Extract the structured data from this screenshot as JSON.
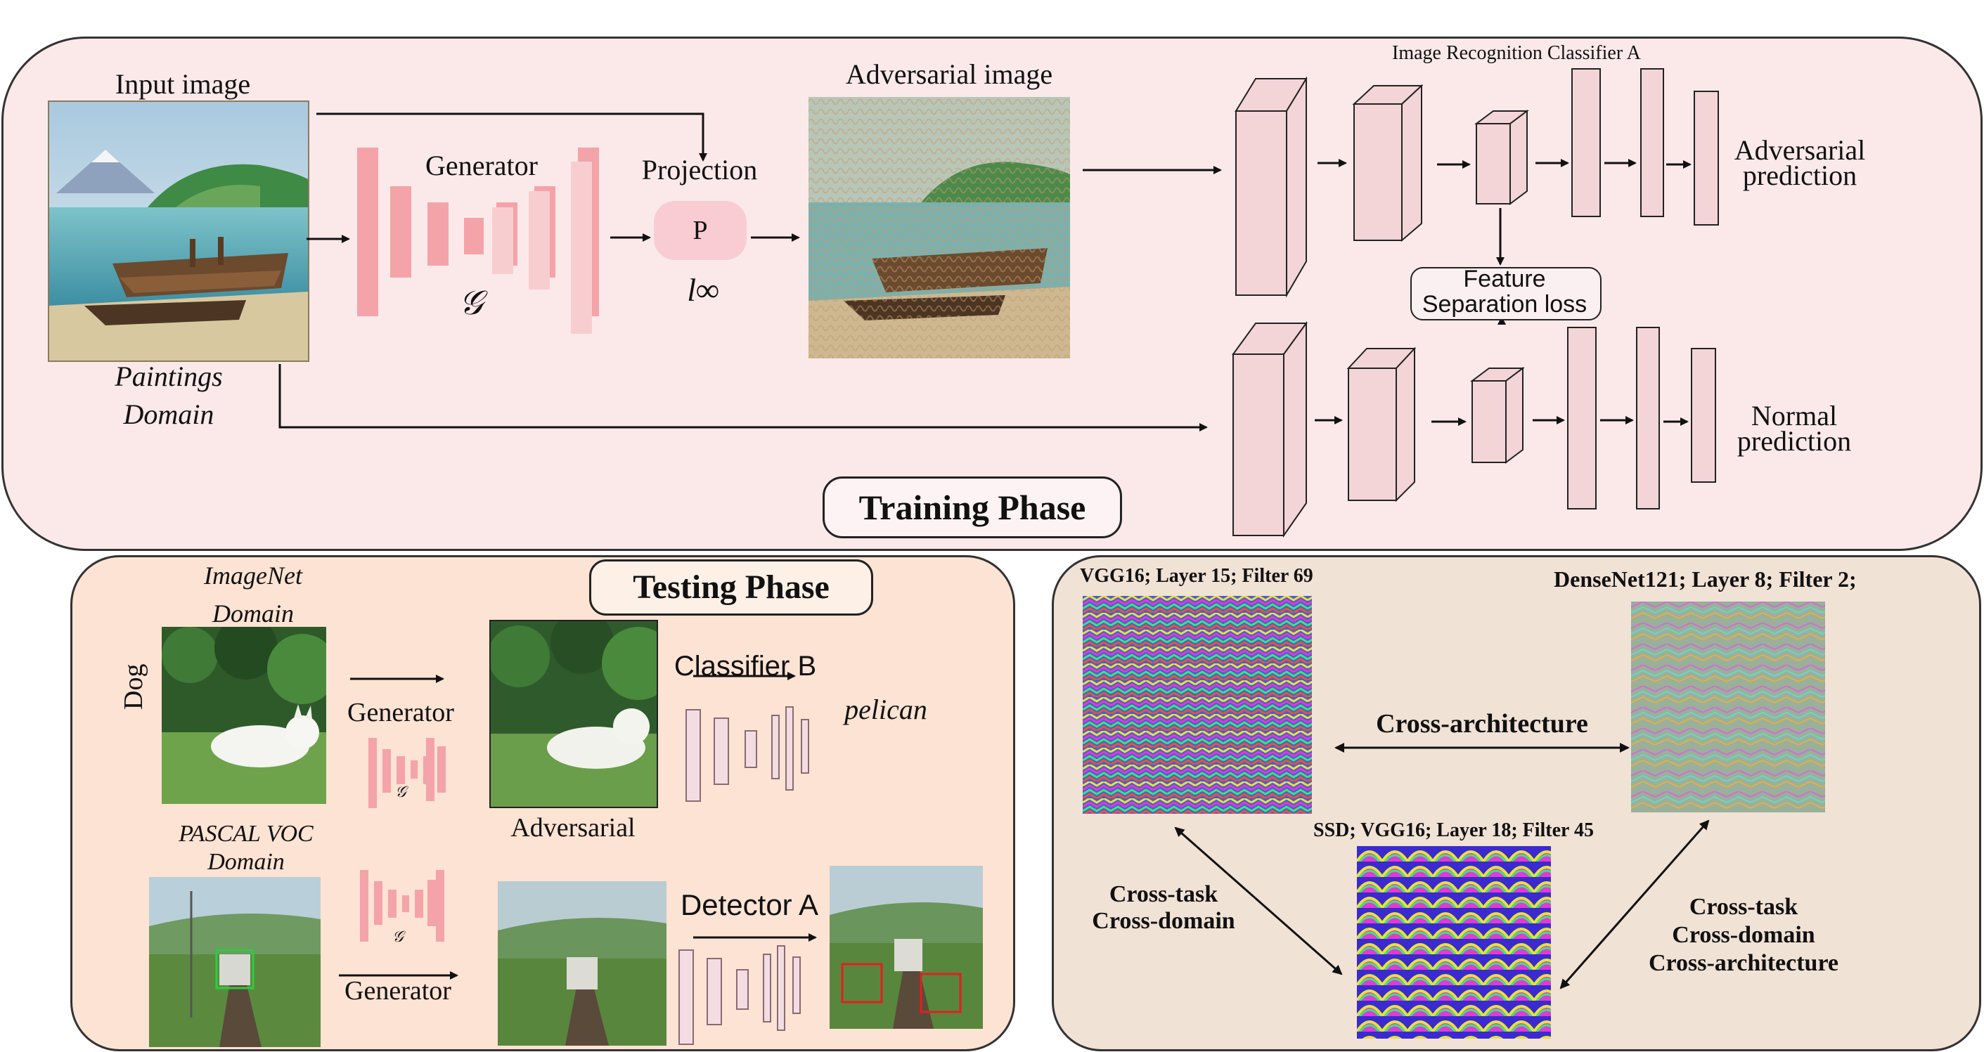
{
  "training": {
    "phase_label": "Training Phase",
    "input_image_label": "Input image",
    "domain_line1": "Paintings",
    "domain_line2": "Domain",
    "generator_label": "Generator",
    "generator_symbol": "𝒢",
    "projection_label": "Projection",
    "projection_symbol": "P",
    "norm_label": "l∞",
    "adversarial_image_label": "Adversarial image",
    "classifier_label": "Image Recognition Classifier  A",
    "feature_loss_line1": "Feature",
    "feature_loss_line2": "Separation loss",
    "adv_pred_line1": "Adversarial",
    "adv_pred_line2": "prediction",
    "normal_pred_line1": "Normal",
    "normal_pred_line2": "prediction"
  },
  "testing": {
    "phase_label": "Testing Phase",
    "imagenet_line1": "ImageNet",
    "imagenet_line2": "Domain",
    "dog_label": "Dog",
    "generator_label_1": "Generator",
    "generator_symbol": "𝒢",
    "adversarial_label": "Adversarial",
    "classifier_b_label": "Classifier  B",
    "prediction_label": "pelican",
    "pascal_line1": "PASCAL VOC",
    "pascal_line2": "Domain",
    "generator_label_2": "Generator",
    "detector_label": "Detector A"
  },
  "filters": {
    "vgg_label": "VGG16; Layer 15; Filter 69",
    "densenet_label": "DenseNet121; Layer 8; Filter 2;",
    "ssd_label": "SSD; VGG16; Layer 18; Filter 45",
    "cross_arch_label": "Cross-architecture",
    "left_line1": "Cross-task",
    "left_line2": "Cross-domain",
    "right_line1": "Cross-task",
    "right_line2": "Cross-domain",
    "right_line3": "Cross-architecture"
  },
  "colors": {
    "training_bg": "#fbe9ea",
    "testing_bg": "#fde3d3",
    "filters_bg": "#f1e2d6",
    "generator_block": "#f4a3a8",
    "network_block": "#f3d5d7"
  }
}
